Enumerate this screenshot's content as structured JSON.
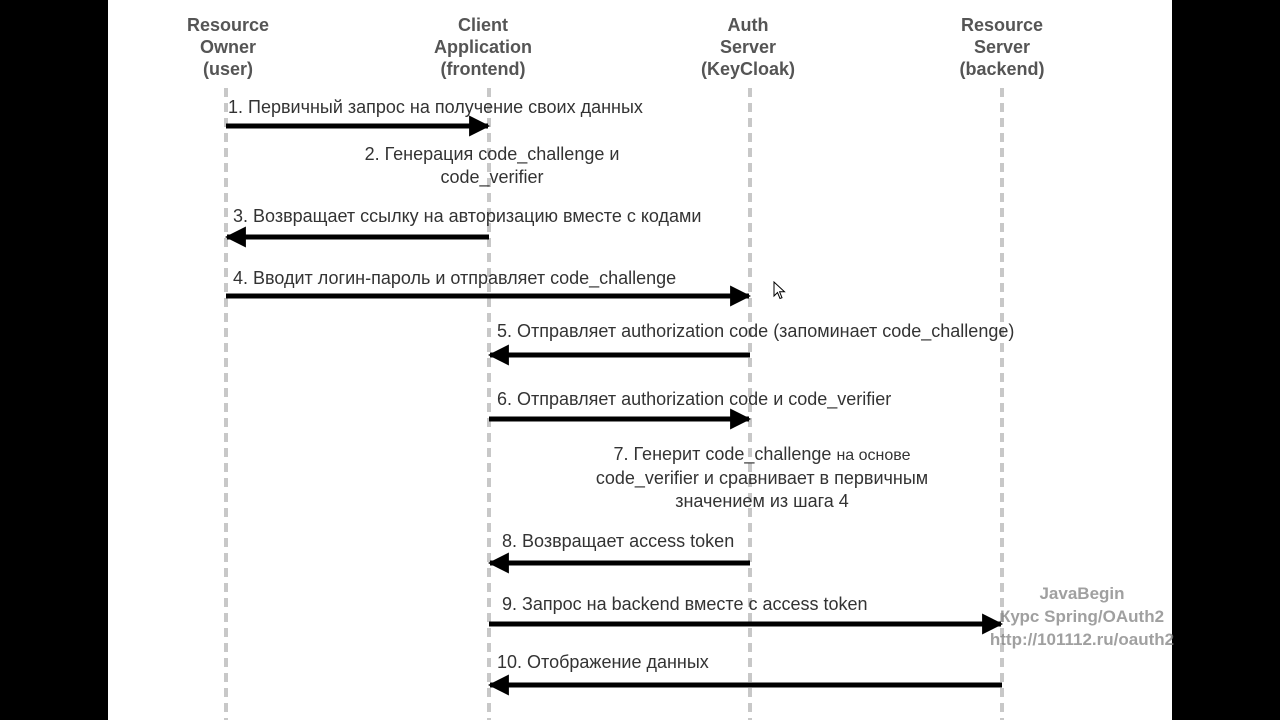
{
  "actors": [
    {
      "id": "owner",
      "lines": [
        "Resource",
        "Owner",
        "(user)"
      ]
    },
    {
      "id": "client",
      "lines": [
        "Client",
        "Application",
        "(frontend)"
      ]
    },
    {
      "id": "auth",
      "lines": [
        "Auth",
        "Server",
        "(KeyCloak)"
      ]
    },
    {
      "id": "resource",
      "lines": [
        "Resource",
        "Server",
        "(backend)"
      ]
    }
  ],
  "messages": [
    {
      "id": "m1",
      "text": "1. Первичный запрос на получение своих данных",
      "from": "owner",
      "to": "client"
    },
    {
      "id": "m2",
      "lines": [
        "2. Генерация code_challenge и",
        "code_verifier"
      ]
    },
    {
      "id": "m3",
      "text": "3. Возвращает ссылку на авторизацию вместе с кодами",
      "from": "client",
      "to": "owner"
    },
    {
      "id": "m4",
      "text": "4. Вводит логин-пароль и отправляет code_challenge",
      "from": "owner",
      "to": "auth"
    },
    {
      "id": "m5",
      "text": "5. Отправляет authorization code (запоминает code_challenge)",
      "from": "auth",
      "to": "client"
    },
    {
      "id": "m6",
      "text": "6. Отправляет authorization code и code_verifier",
      "from": "client",
      "to": "auth"
    },
    {
      "id": "m7",
      "lines": [
        "7. Генерит code_challenge",
        "на основе",
        "code_verifier и сравнивает в первичным",
        "значением из шага 4"
      ]
    },
    {
      "id": "m8",
      "text": "8. Возвращает access token",
      "from": "auth",
      "to": "client"
    },
    {
      "id": "m9",
      "text": "9. Запрос на backend вместе с access token",
      "from": "client",
      "to": "resource"
    },
    {
      "id": "m10",
      "text": "10. Отображение данных",
      "from": "resource",
      "to": "client"
    }
  ],
  "watermark": {
    "lines": [
      "JavaBegin",
      "Курс Spring/OAuth2",
      "http://101112.ru/oauth2"
    ]
  },
  "colors": {
    "lifeline": "#c8c8c8",
    "arrow": "#000000",
    "text": "#333333",
    "actor": "#555555",
    "background": "#ffffff",
    "frame": "#000000"
  }
}
